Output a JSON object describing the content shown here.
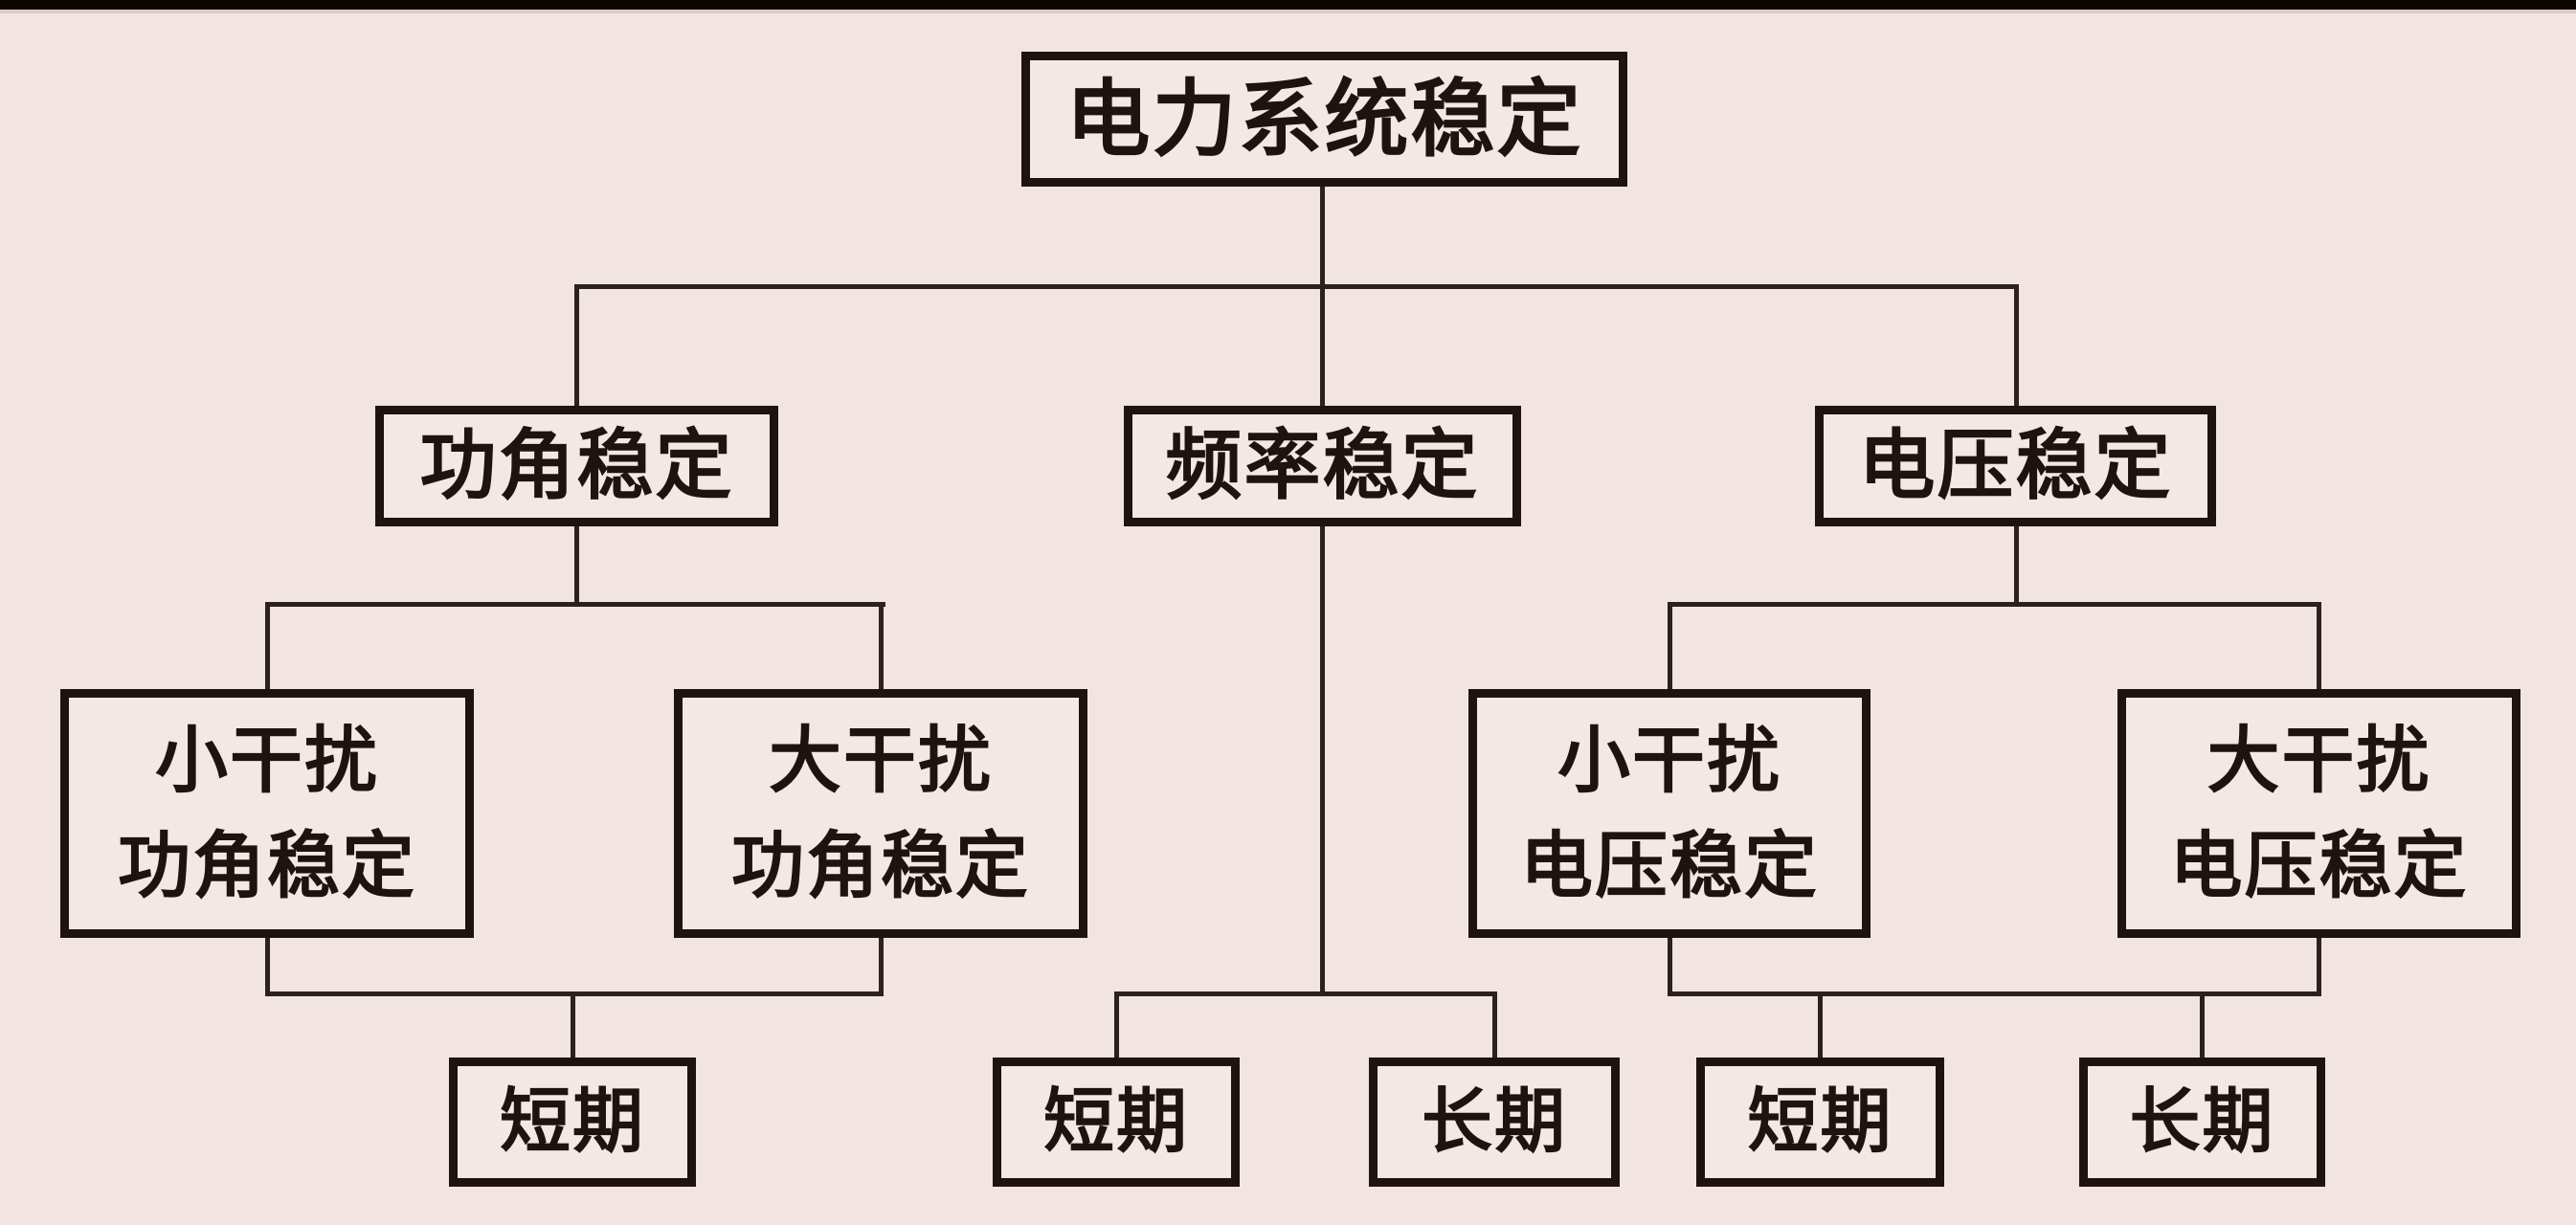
{
  "diagram": {
    "type": "tree",
    "title": "电力系统稳定",
    "colors": {
      "page_background": "#f1e4e1",
      "box_background": "#f3e8e5",
      "box_border": "#1d1410",
      "text": "#1d1410",
      "connector_line": "#2b211d",
      "top_strip": "#0d0502"
    },
    "nodes": {
      "root": "电力系统稳定",
      "level2": [
        "功角稳定",
        "频率稳定",
        "电压稳定"
      ],
      "level3": [
        [
          "小干扰",
          "功角稳定"
        ],
        [
          "大干扰",
          "功角稳定"
        ],
        [
          "小干扰",
          "电压稳定"
        ],
        [
          "大干扰",
          "电压稳定"
        ]
      ],
      "level4": [
        "短期",
        "短期",
        "长期",
        "短期",
        "长期"
      ]
    }
  }
}
